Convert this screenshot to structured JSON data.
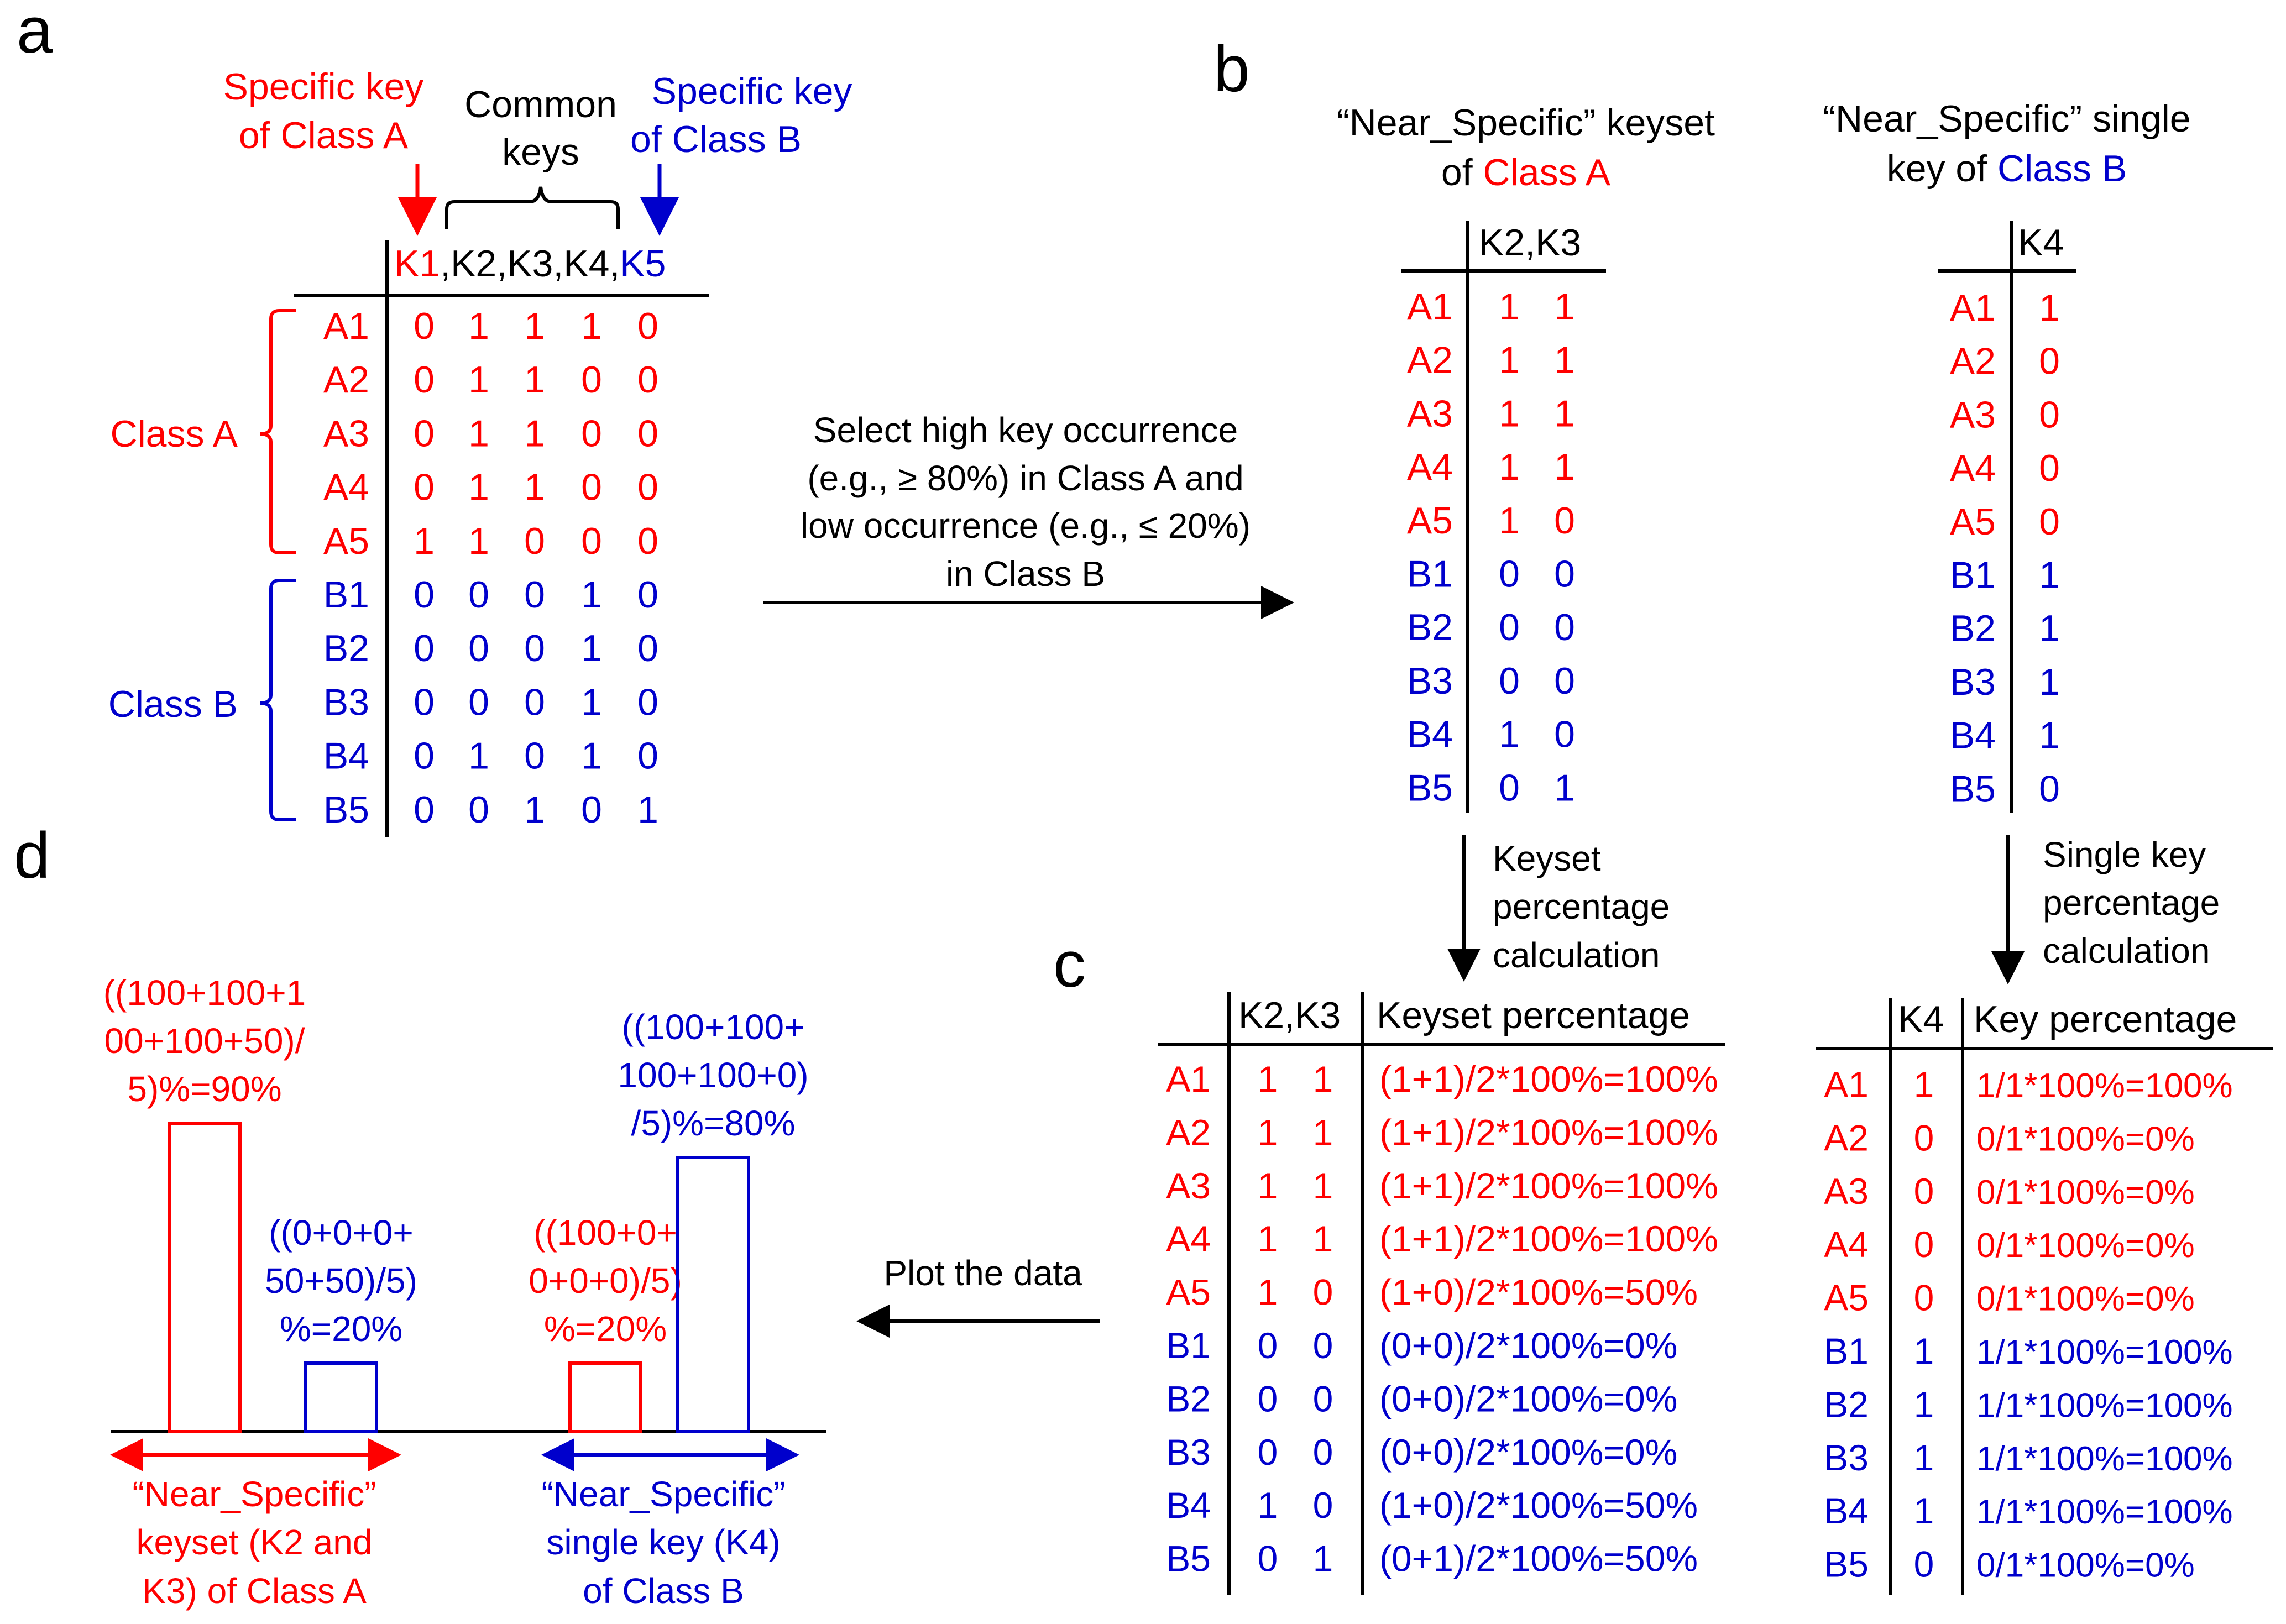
{
  "colors": {
    "class_a": "#ff0000",
    "class_b": "#0000cc",
    "text": "#000000"
  },
  "panel_labels": {
    "a": "a",
    "b": "b",
    "c": "c",
    "d": "d"
  },
  "panel_a": {
    "annot_specific_a": [
      "Specific key",
      "of Class A"
    ],
    "annot_common": [
      "Common",
      "keys"
    ],
    "annot_specific_b": [
      "Specific key",
      "of Class B"
    ],
    "header_tokens": [
      {
        "text": "K1",
        "cls": "a"
      },
      {
        "text": ",K2,K3,K4,",
        "cls": "n"
      },
      {
        "text": "K5",
        "cls": "b"
      }
    ],
    "class_a_label": "Class A",
    "class_b_label": "Class B",
    "rows": [
      {
        "id": "A1",
        "cls": "a",
        "v": [
          0,
          1,
          1,
          1,
          0
        ]
      },
      {
        "id": "A2",
        "cls": "a",
        "v": [
          0,
          1,
          1,
          0,
          0
        ]
      },
      {
        "id": "A3",
        "cls": "a",
        "v": [
          0,
          1,
          1,
          0,
          0
        ]
      },
      {
        "id": "A4",
        "cls": "a",
        "v": [
          0,
          1,
          1,
          0,
          0
        ]
      },
      {
        "id": "A5",
        "cls": "a",
        "v": [
          1,
          1,
          0,
          0,
          0
        ]
      },
      {
        "id": "B1",
        "cls": "b",
        "v": [
          0,
          0,
          0,
          1,
          0
        ]
      },
      {
        "id": "B2",
        "cls": "b",
        "v": [
          0,
          0,
          0,
          1,
          0
        ]
      },
      {
        "id": "B3",
        "cls": "b",
        "v": [
          0,
          0,
          0,
          1,
          0
        ]
      },
      {
        "id": "B4",
        "cls": "b",
        "v": [
          0,
          1,
          0,
          1,
          0
        ]
      },
      {
        "id": "B5",
        "cls": "b",
        "v": [
          0,
          0,
          1,
          0,
          1
        ]
      }
    ]
  },
  "arrow_ab_text": [
    "Select high key occurrence",
    "(e.g., ≥ 80%) in Class A and",
    "low occurrence (e.g., ≤ 20%)",
    "in Class B"
  ],
  "panel_b": {
    "keyset": {
      "title_line1": "“Near_Specific” keyset",
      "title_line2_prefix": "of ",
      "title_line2_class": "Class A",
      "header": "K2,K3",
      "rows": [
        {
          "id": "A1",
          "cls": "a",
          "v": [
            1,
            1
          ]
        },
        {
          "id": "A2",
          "cls": "a",
          "v": [
            1,
            1
          ]
        },
        {
          "id": "A3",
          "cls": "a",
          "v": [
            1,
            1
          ]
        },
        {
          "id": "A4",
          "cls": "a",
          "v": [
            1,
            1
          ]
        },
        {
          "id": "A5",
          "cls": "a",
          "v": [
            1,
            0
          ]
        },
        {
          "id": "B1",
          "cls": "b",
          "v": [
            0,
            0
          ]
        },
        {
          "id": "B2",
          "cls": "b",
          "v": [
            0,
            0
          ]
        },
        {
          "id": "B3",
          "cls": "b",
          "v": [
            0,
            0
          ]
        },
        {
          "id": "B4",
          "cls": "b",
          "v": [
            1,
            0
          ]
        },
        {
          "id": "B5",
          "cls": "b",
          "v": [
            0,
            1
          ]
        }
      ]
    },
    "single": {
      "title_line1": "“Near_Specific” single",
      "title_line2_prefix": "key of ",
      "title_line2_class": "Class B",
      "header": "K4",
      "rows": [
        {
          "id": "A1",
          "cls": "a",
          "v": [
            1
          ]
        },
        {
          "id": "A2",
          "cls": "a",
          "v": [
            0
          ]
        },
        {
          "id": "A3",
          "cls": "a",
          "v": [
            0
          ]
        },
        {
          "id": "A4",
          "cls": "a",
          "v": [
            0
          ]
        },
        {
          "id": "A5",
          "cls": "a",
          "v": [
            0
          ]
        },
        {
          "id": "B1",
          "cls": "b",
          "v": [
            1
          ]
        },
        {
          "id": "B2",
          "cls": "b",
          "v": [
            1
          ]
        },
        {
          "id": "B3",
          "cls": "b",
          "v": [
            1
          ]
        },
        {
          "id": "B4",
          "cls": "b",
          "v": [
            1
          ]
        },
        {
          "id": "B5",
          "cls": "b",
          "v": [
            0
          ]
        }
      ]
    }
  },
  "arrow_bc_keyset_text": [
    "Keyset",
    "percentage",
    "calculation"
  ],
  "arrow_bc_single_text": [
    "Single key",
    "percentage",
    "calculation"
  ],
  "panel_c": {
    "keyset": {
      "header_keys": "K2,K3",
      "header_pct": "Keyset percentage",
      "rows": [
        {
          "id": "A1",
          "cls": "a",
          "v": [
            1,
            1
          ],
          "pct": "(1+1)/2*100%=100%"
        },
        {
          "id": "A2",
          "cls": "a",
          "v": [
            1,
            1
          ],
          "pct": "(1+1)/2*100%=100%"
        },
        {
          "id": "A3",
          "cls": "a",
          "v": [
            1,
            1
          ],
          "pct": "(1+1)/2*100%=100%"
        },
        {
          "id": "A4",
          "cls": "a",
          "v": [
            1,
            1
          ],
          "pct": "(1+1)/2*100%=100%"
        },
        {
          "id": "A5",
          "cls": "a",
          "v": [
            1,
            0
          ],
          "pct": "(1+0)/2*100%=50%"
        },
        {
          "id": "B1",
          "cls": "b",
          "v": [
            0,
            0
          ],
          "pct": "(0+0)/2*100%=0%"
        },
        {
          "id": "B2",
          "cls": "b",
          "v": [
            0,
            0
          ],
          "pct": "(0+0)/2*100%=0%"
        },
        {
          "id": "B3",
          "cls": "b",
          "v": [
            0,
            0
          ],
          "pct": "(0+0)/2*100%=0%"
        },
        {
          "id": "B4",
          "cls": "b",
          "v": [
            1,
            0
          ],
          "pct": "(1+0)/2*100%=50%"
        },
        {
          "id": "B5",
          "cls": "b",
          "v": [
            0,
            1
          ],
          "pct": "(0+1)/2*100%=50%"
        }
      ]
    },
    "single": {
      "header_keys": "K4",
      "header_pct": "Key percentage",
      "rows": [
        {
          "id": "A1",
          "cls": "a",
          "v": [
            1
          ],
          "pct": "1/1*100%=100%"
        },
        {
          "id": "A2",
          "cls": "a",
          "v": [
            0
          ],
          "pct": "0/1*100%=0%"
        },
        {
          "id": "A3",
          "cls": "a",
          "v": [
            0
          ],
          "pct": "0/1*100%=0%"
        },
        {
          "id": "A4",
          "cls": "a",
          "v": [
            0
          ],
          "pct": "0/1*100%=0%"
        },
        {
          "id": "A5",
          "cls": "a",
          "v": [
            0
          ],
          "pct": "0/1*100%=0%"
        },
        {
          "id": "B1",
          "cls": "b",
          "v": [
            1
          ],
          "pct": "1/1*100%=100%"
        },
        {
          "id": "B2",
          "cls": "b",
          "v": [
            1
          ],
          "pct": "1/1*100%=100%"
        },
        {
          "id": "B3",
          "cls": "b",
          "v": [
            1
          ],
          "pct": "1/1*100%=100%"
        },
        {
          "id": "B4",
          "cls": "b",
          "v": [
            1
          ],
          "pct": "1/1*100%=100%"
        },
        {
          "id": "B5",
          "cls": "b",
          "v": [
            0
          ],
          "pct": "0/1*100%=0%"
        }
      ]
    }
  },
  "arrow_cd_text": "Plot the data",
  "panel_d": {
    "bars": [
      {
        "name": "keyset-class-a",
        "cls": "a",
        "value": 90,
        "label": [
          "((100+100+1",
          "00+100+50)/",
          "5)%=90%"
        ]
      },
      {
        "name": "keyset-class-b",
        "cls": "b",
        "value": 20,
        "label": [
          "((0+0+0+",
          "50+50)/5)",
          "%=20%"
        ]
      },
      {
        "name": "single-class-a",
        "cls": "a",
        "value": 20,
        "label": [
          "((100+0+",
          "0+0+0)/5)",
          "%=20%"
        ]
      },
      {
        "name": "single-class-b",
        "cls": "b",
        "value": 80,
        "label": [
          "((100+100+",
          "100+100+0)",
          "/5)%=80%"
        ]
      }
    ],
    "group_keyset_label": [
      "“Near_Specific”",
      "keyset (K2 and",
      "K3) of Class A"
    ],
    "group_single_label": [
      "“Near_Specific”",
      "single key (K4)",
      "of Class B"
    ]
  }
}
